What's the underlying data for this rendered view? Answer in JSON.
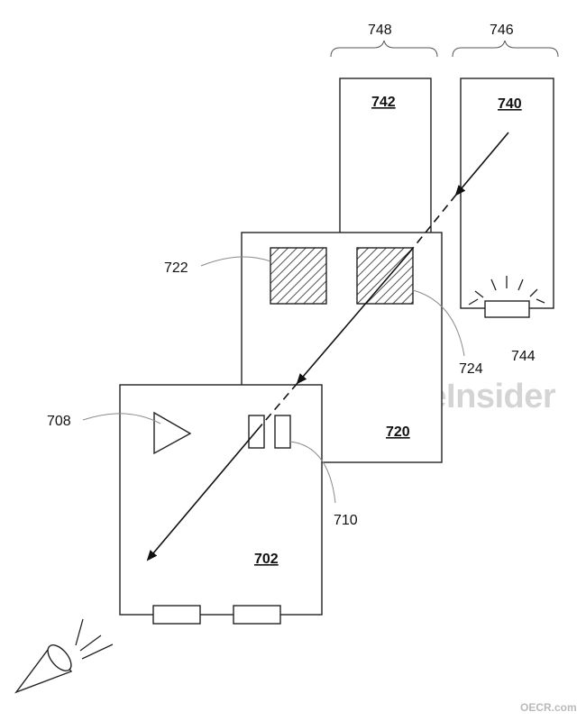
{
  "references": {
    "r748": "748",
    "r746": "746",
    "r742": "742",
    "r740": "740",
    "r722": "722",
    "r724": "724",
    "r744": "744",
    "r720": "720",
    "r708": "708",
    "r710": "710",
    "r702": "702"
  },
  "watermark": "AppleInsider",
  "credit": "OECR.com",
  "icons": {
    "eye": "eye-icon",
    "play_triangle": "play-triangle-icon",
    "light_emitter": "light-emitter-icon"
  }
}
